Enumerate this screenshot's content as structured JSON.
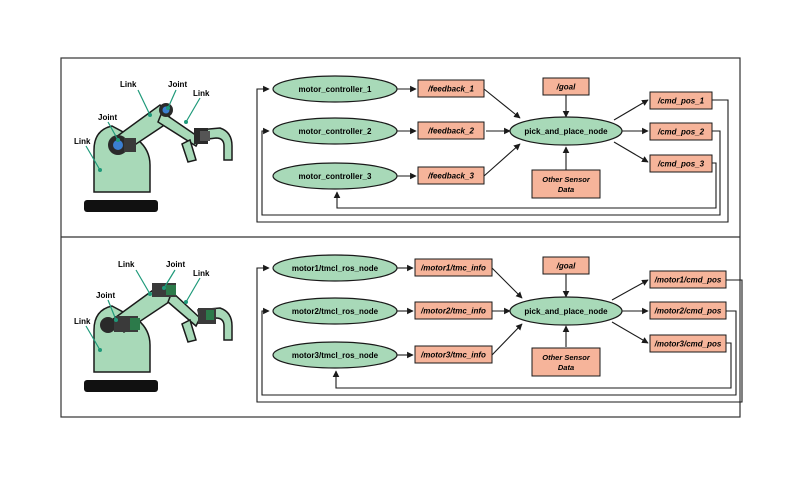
{
  "colors": {
    "node_fill": "#a8d9b8",
    "topic_fill": "#f6b49a",
    "outline": "#1a1a1a",
    "robot_fill": "#a8d9b8",
    "pointer": "#1f9a7a",
    "base": "#111111"
  },
  "icons": [
    "robot-arm-icon",
    "motor-icon"
  ],
  "panels": [
    {
      "robot": {
        "label_link_upper": "Link",
        "label_joint_upper": "Joint",
        "label_link_right": "Link",
        "label_joint_left": "Joint",
        "label_link_left": "Link"
      },
      "nodes": [
        "motor_controller_1",
        "motor_controller_2",
        "motor_controller_3"
      ],
      "feedback_topics": [
        "/feedback_1",
        "/feedback_2",
        "/feedback_3"
      ],
      "goal": "/goal",
      "center_node": "pick_and_place_node",
      "sensor": [
        "Other Sensor",
        "Data"
      ],
      "cmd_topics": [
        "/cmd_pos_1",
        "/cmd_pos_2",
        "/cmd_pos_3"
      ]
    },
    {
      "robot": {
        "label_link_upper": "Link",
        "label_joint_upper": "Joint",
        "label_link_right": "Link",
        "label_joint_left": "Joint",
        "label_link_left": "Link"
      },
      "nodes": [
        "motor1/tmcl_ros_node",
        "motor2/tmcl_ros_node",
        "motor3/tmcl_ros_node"
      ],
      "feedback_topics": [
        "/motor1/tmc_info",
        "/motor2/tmc_info",
        "/motor3/tmc_info"
      ],
      "goal": "/goal",
      "center_node": "pick_and_place_node",
      "sensor": [
        "Other Sensor",
        "Data"
      ],
      "cmd_topics": [
        "/motor1/cmd_pos",
        "/motor2/cmd_pos",
        "/motor3/cmd_pos"
      ]
    }
  ]
}
